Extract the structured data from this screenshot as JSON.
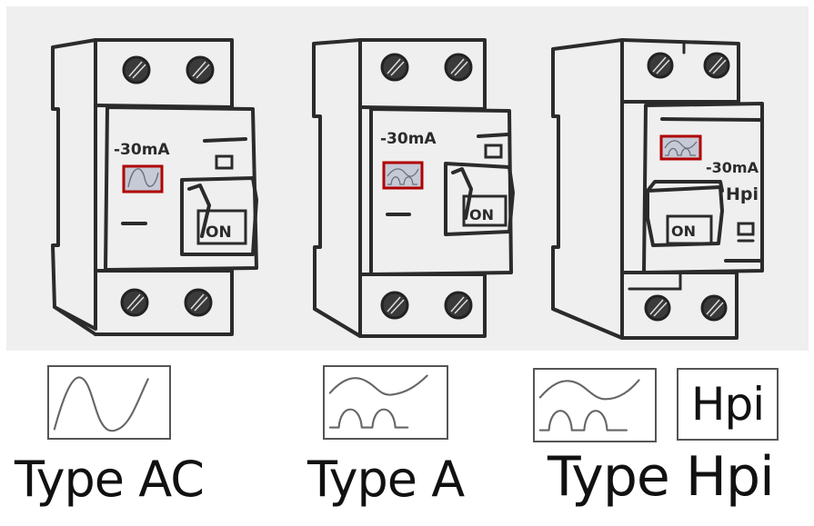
{
  "illustration": {
    "background": "#efefef",
    "breakers": [
      {
        "id": "type-ac",
        "rating_label": "-30mA",
        "switch_label": "ON",
        "symbol": "ac-sine-wave",
        "symbol_highlight_color": "#b00000",
        "symbol_fill": "#c5cad6"
      },
      {
        "id": "type-a",
        "rating_label": "-30mA",
        "switch_label": "ON",
        "symbol": "ac-plus-pulsating-dc-wave",
        "symbol_highlight_color": "#b00000",
        "symbol_fill": "#c5cad6"
      },
      {
        "id": "type-hpi",
        "rating_label": "-30mA",
        "extra_label": "Hpi",
        "switch_label": "ON",
        "symbol": "ac-plus-pulsating-dc-wave",
        "symbol_highlight_color": "#b00000",
        "symbol_fill": "#c5cad6"
      }
    ]
  },
  "legend": {
    "items": [
      {
        "symbol": "ac-sine-wave",
        "label": "Type AC"
      },
      {
        "symbol": "ac-plus-pulsating-dc-wave",
        "label": "Type A"
      },
      {
        "symbol": "ac-plus-pulsating-dc-wave",
        "extra_box_text": "Hpi",
        "label": "Type Hpi"
      }
    ]
  }
}
